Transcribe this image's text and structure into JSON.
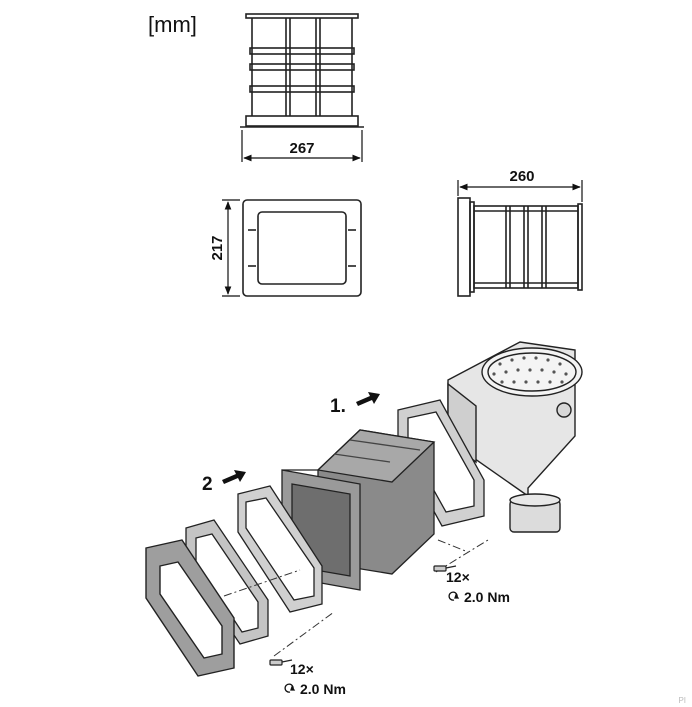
{
  "unit_label": "[mm]",
  "dimensions": {
    "width": "267",
    "height": "217",
    "depth": "260"
  },
  "steps": {
    "step1": "1.",
    "step2": "2"
  },
  "fasteners": {
    "upper": {
      "count": "12×",
      "torque": "2.0 Nm"
    },
    "lower": {
      "count": "12×",
      "torque": "2.0 Nm"
    }
  },
  "corner_mark": "PI"
}
